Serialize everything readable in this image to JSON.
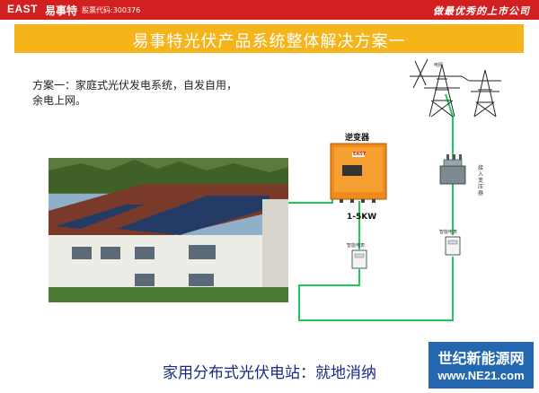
{
  "header": {
    "logo": "EAST",
    "logo_cn": "易事特",
    "stock": "股票代码:300376",
    "slogan": "做最优秀的上市公司"
  },
  "title": "易事特光伏产品系统整体解决方案一",
  "description": {
    "line1": "方案一：家庭式光伏发电系统，自发自用，",
    "line2": "余电上网。"
  },
  "inverter": {
    "label": "逆变器",
    "power": "1-5KW",
    "brand": "EAST"
  },
  "grid_label": "电网",
  "meter_left_label": "智能电表",
  "meter_right_label": "智能电表",
  "transformer_label": "接入变压器",
  "footer": "家用分布式光伏电站：就地消纳",
  "watermark": {
    "line1": "世纪新能源网",
    "line2": "www.NE21.com"
  },
  "colors": {
    "header_red": "#d21f1f",
    "title_band": "#f4b41a",
    "wire_green": "#1ec85a",
    "inverter_orange": "#f08a1a",
    "footer_blue": "#1a2a80",
    "watermark_blue": "#2367b0"
  }
}
